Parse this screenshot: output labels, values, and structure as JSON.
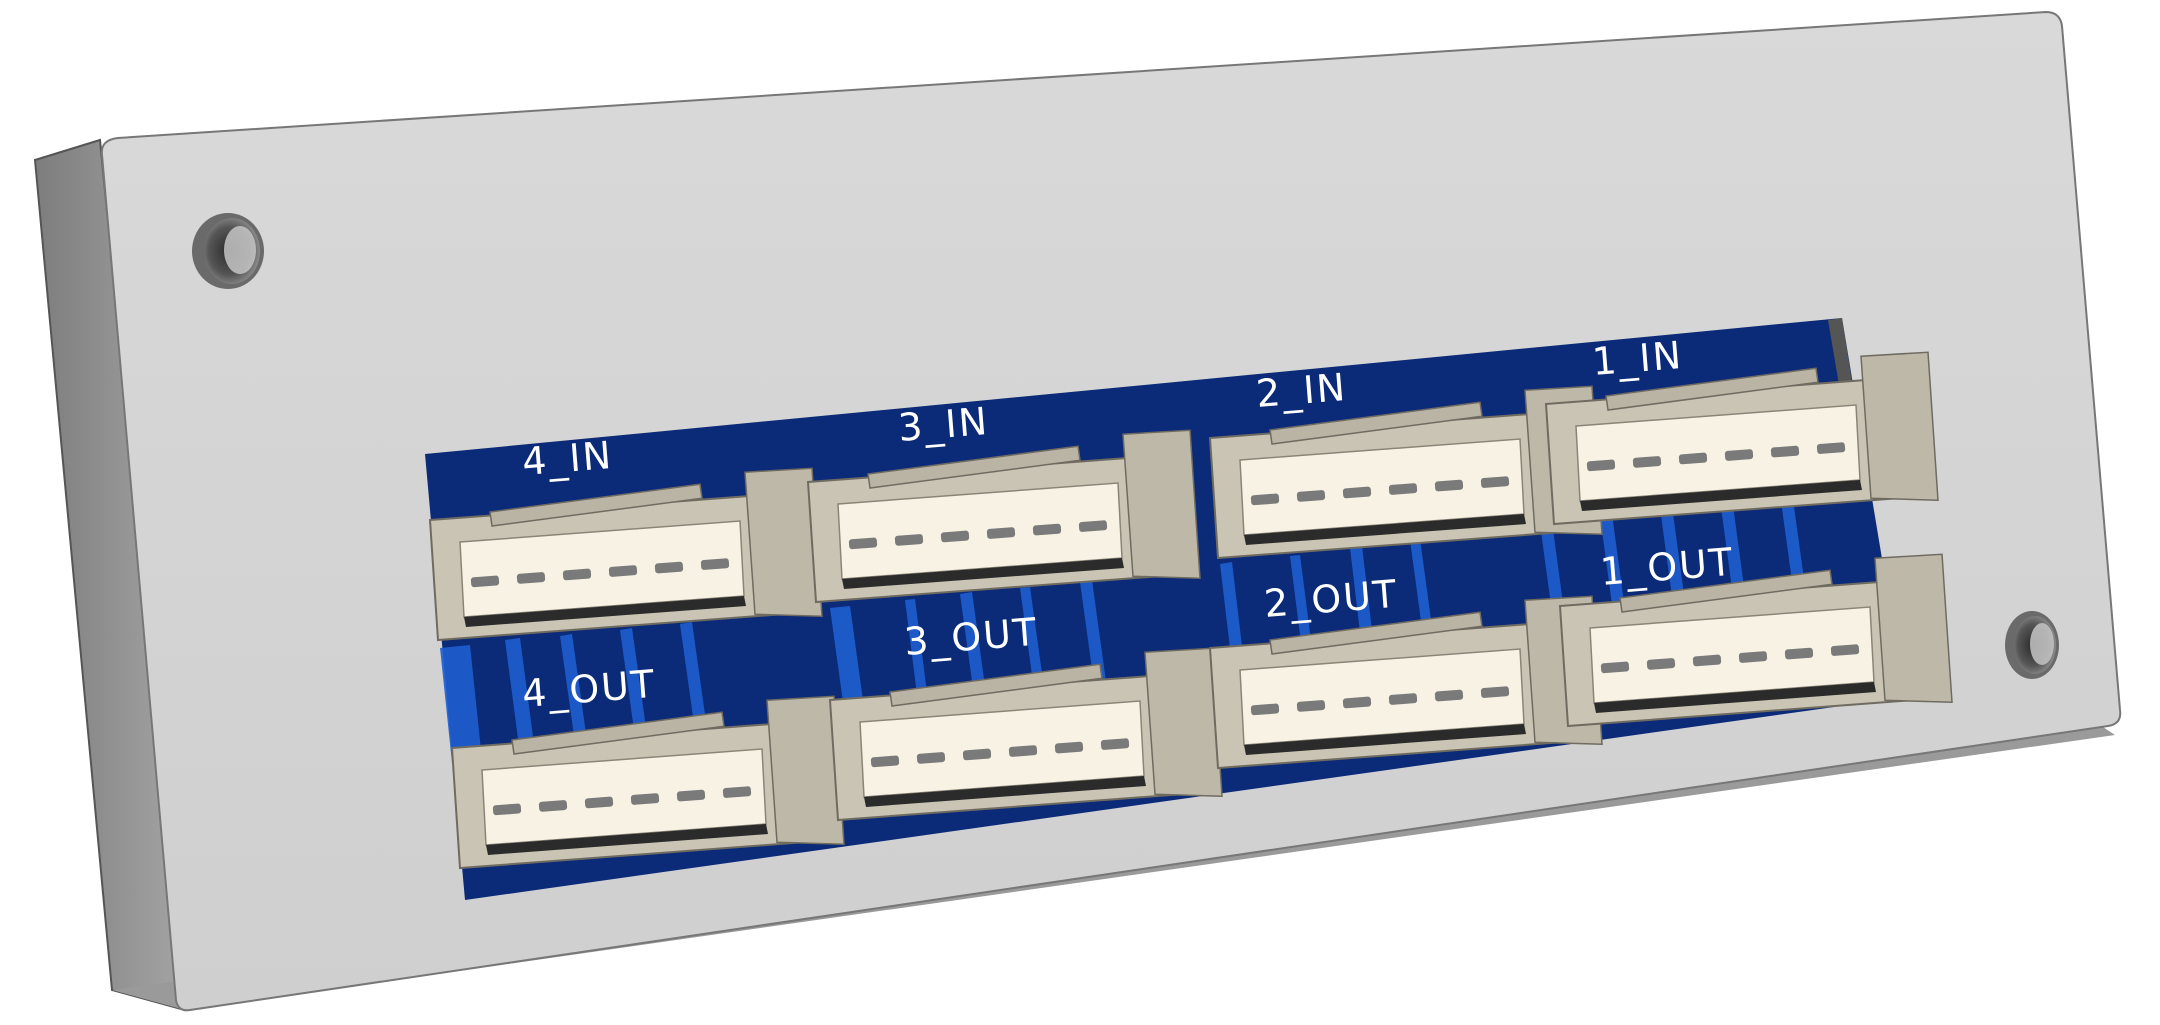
{
  "scene": {
    "description_kind": "3D CAD render of a front panel with connector board",
    "colors": {
      "background": "#ffffff",
      "panel_face": "#d4d4d4",
      "panel_side": "#8e8e8e",
      "pcb": "#0b2a78",
      "pcb_trace": "#1e5fd0",
      "connector_housing": "#c9c4b4",
      "connector_inner": "#f7f2e4",
      "connector_pin": "#7a7a7a",
      "silkscreen": "#ffffff"
    },
    "icons": [
      "mounting-hole-icon",
      "mounting-hole-icon"
    ]
  },
  "connectors": {
    "in": [
      {
        "label": "4_IN"
      },
      {
        "label": "3_IN"
      },
      {
        "label": "2_IN"
      },
      {
        "label": "1_IN"
      }
    ],
    "out": [
      {
        "label": "4_OUT"
      },
      {
        "label": "3_OUT"
      },
      {
        "label": "2_OUT"
      },
      {
        "label": "1_OUT"
      }
    ]
  }
}
